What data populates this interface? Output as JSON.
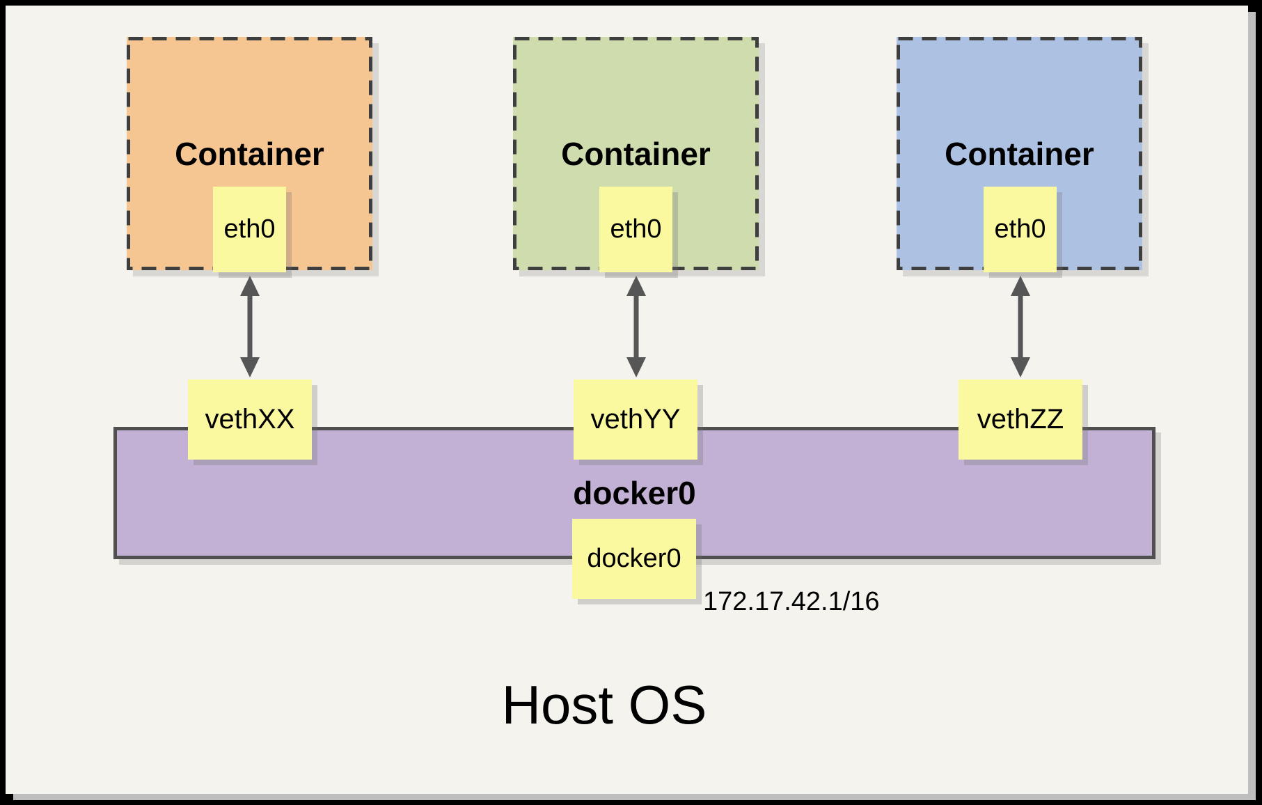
{
  "diagram": {
    "host_label": "Host OS",
    "bridge": {
      "name": "docker0",
      "interface": "docker0",
      "ip": "172.17.42.1/16"
    },
    "containers": [
      {
        "title": "Container",
        "interface": "eth0",
        "veth": "vethXX",
        "fill": "#F5C592"
      },
      {
        "title": "Container",
        "interface": "eth0",
        "veth": "vethYY",
        "fill": "#CEDCAE"
      },
      {
        "title": "Container",
        "interface": "eth0",
        "veth": "vethZZ",
        "fill": "#ADC2E2"
      }
    ],
    "colors": {
      "page_background": "#F4F3EE",
      "frame_border": "#000000",
      "panel_shadow": "#BEBEBE",
      "note_yellow": "#FBF9A0",
      "bridge_purple": "#C2B1D4",
      "bridge_border": "#4F4F4F",
      "dashed_border": "#3E3E3E",
      "arrow_gray": "#565656",
      "text": "#000000"
    }
  }
}
